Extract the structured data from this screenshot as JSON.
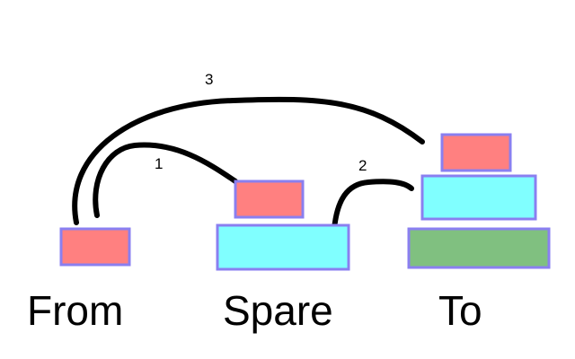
{
  "colors": {
    "small_disk": "#ff8080",
    "medium_disk": "#80ffff",
    "large_disk": "#80c080",
    "disk_border": "#8a7ff0",
    "arc": "#000000"
  },
  "pegs": {
    "from": "From",
    "spare": "Spare",
    "to": "To"
  },
  "moves": {
    "first": "1",
    "second": "2",
    "third": "3"
  }
}
